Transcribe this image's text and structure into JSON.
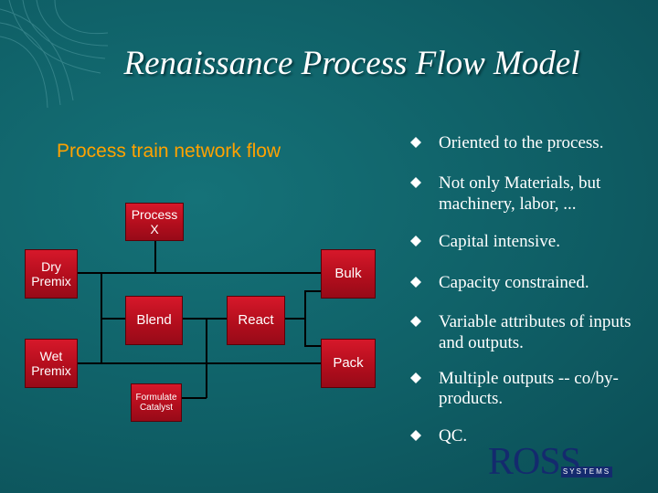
{
  "title": "Renaissance Process Flow Model",
  "subtitle": "Process train network flow",
  "diagram": {
    "process_x": [
      "Process",
      "X"
    ],
    "dry_premix": [
      "Dry",
      "Premix"
    ],
    "wet_premix": [
      "Wet",
      "Premix"
    ],
    "blend": "Blend",
    "react": "React",
    "bulk": "Bulk",
    "pack": "Pack",
    "formulate_catalyst": [
      "Formulate",
      "Catalyst"
    ]
  },
  "bullets": [
    "Oriented to the process.",
    "Not only Materials, but machinery, labor, ...",
    "Capital intensive.",
    "Capacity constrained.",
    "Variable attributes of inputs and outputs.",
    "Multiple outputs -- co/by-products.",
    "QC."
  ],
  "logo": {
    "main": "ROSS",
    "sub": "SYSTEMS"
  },
  "colors": {
    "background": "#0f5f66",
    "subtitle": "#ffa200",
    "box_fill": "#c01222",
    "logo": "#142a6e"
  }
}
